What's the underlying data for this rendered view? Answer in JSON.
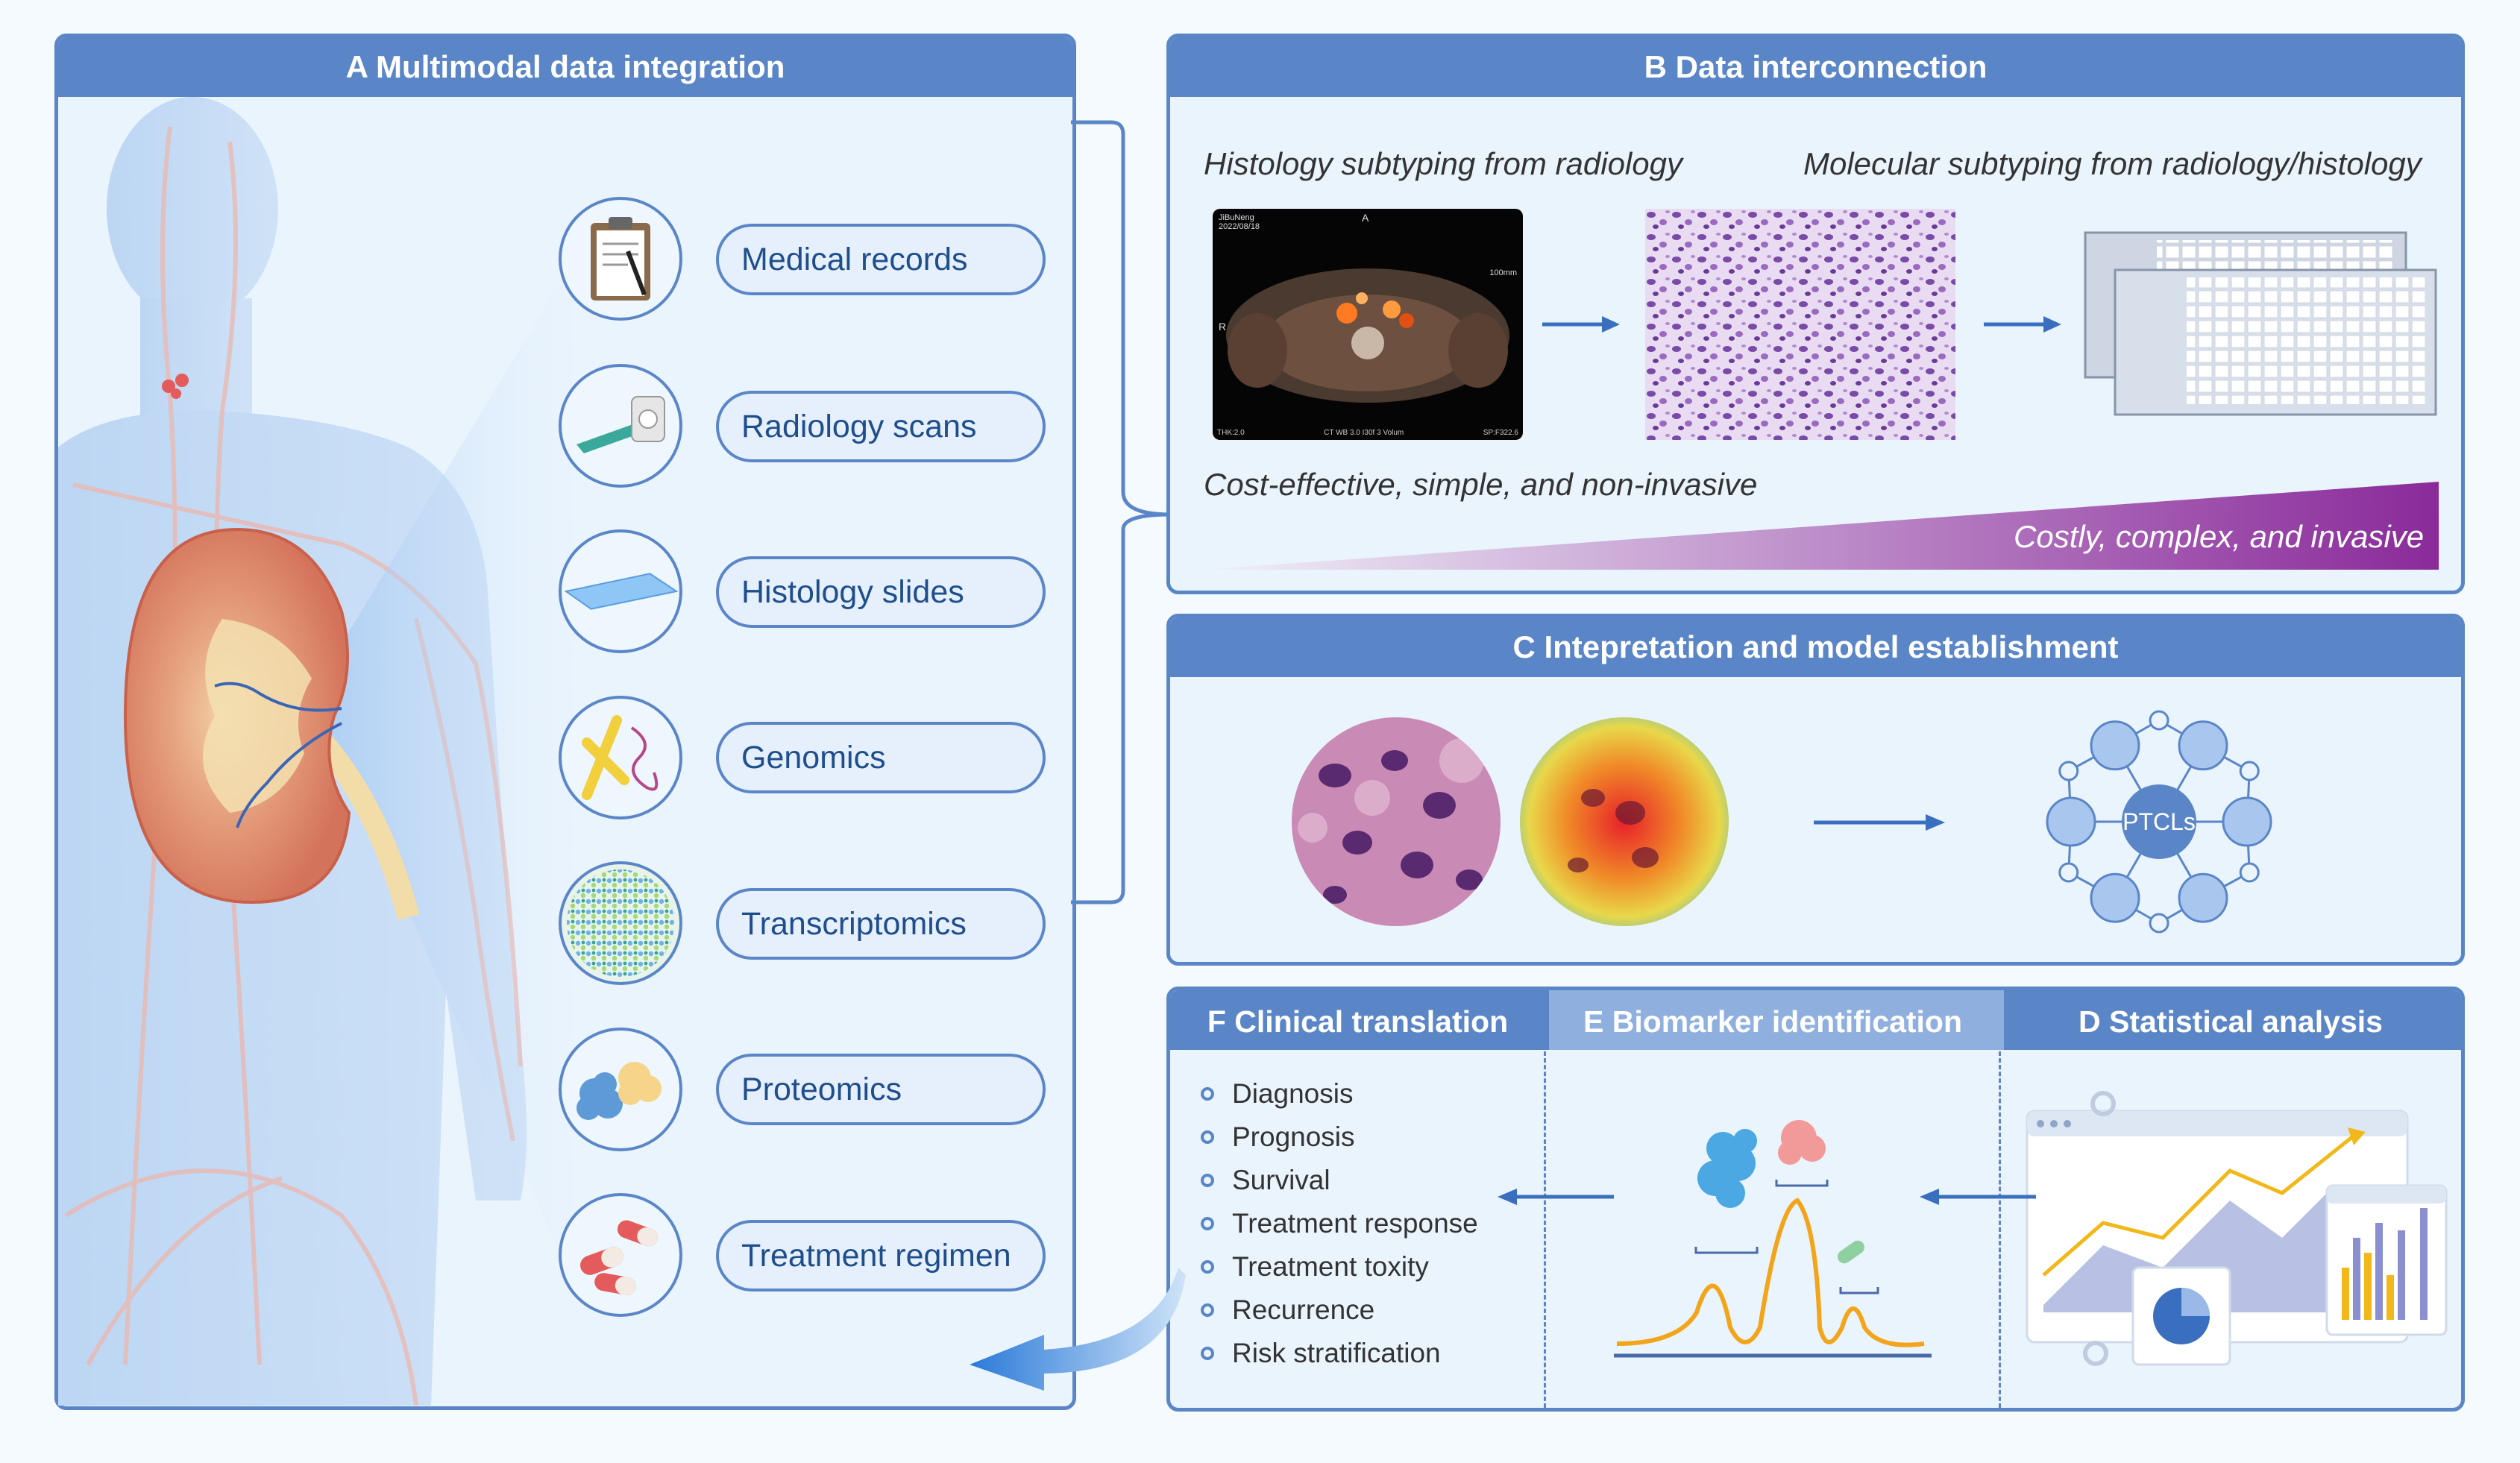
{
  "panel_a": {
    "title": "A Multimodal data integration",
    "items": [
      {
        "label": "Medical records",
        "icon": "clipboard-icon"
      },
      {
        "label": "Radiology scans",
        "icon": "ct-scanner-icon"
      },
      {
        "label": "Histology slides",
        "icon": "glass-slide-icon"
      },
      {
        "label": "Genomics",
        "icon": "chromosome-icon"
      },
      {
        "label": "Transcriptomics",
        "icon": "transcriptome-dots-icon"
      },
      {
        "label": "Proteomics",
        "icon": "protein-icon"
      },
      {
        "label": "Treatment regimen",
        "icon": "pills-icon"
      }
    ]
  },
  "panel_b": {
    "title": "B Data interconnection",
    "label_left": "Histology subtyping from radiology",
    "label_right": "Molecular subtyping from radiology/histology",
    "label_bottom_left": "Cost-effective, simple, and non-invasive",
    "label_bottom_right": "Costly, complex, and invasive",
    "ct_text": {
      "name": "JiBuNeng",
      "date": "2022/08/18",
      "marker": "A",
      "scale": "100mm",
      "side": "R",
      "footer_left": "THK:2.0",
      "footer_mid": "CT WB  3.0  I30f  3  Volum",
      "footer_right": "SP:F322.6"
    },
    "colors": {
      "gradient_end": "#8a2a9a"
    }
  },
  "panel_c": {
    "title": "C Intepretation and model establishment",
    "network_center": "PTCLs"
  },
  "panel_f": {
    "title": "F Clinical translation",
    "items": [
      "Diagnosis",
      "Prognosis",
      "Survival",
      "Treatment response",
      "Treatment toxity",
      "Recurrence",
      "Risk stratification"
    ]
  },
  "panel_e": {
    "title": "E Biomarker identification"
  },
  "panel_d": {
    "title": "D Statistical analysis"
  },
  "colors": {
    "accent": "#5a86c8",
    "panel_bg": "#eaf4fd",
    "text_blue": "#1f4e8c"
  }
}
